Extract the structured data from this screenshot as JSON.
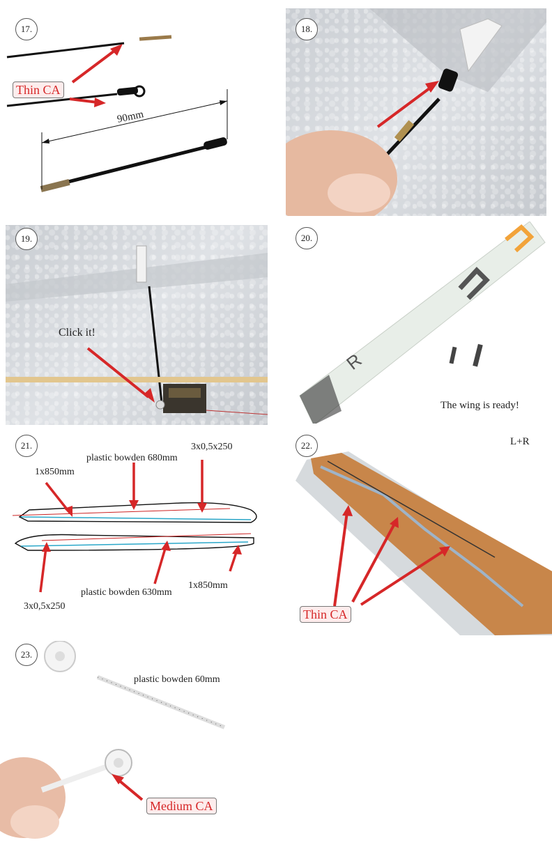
{
  "steps": {
    "s17": {
      "number": "17.",
      "label_ca": "Thin CA",
      "dimension": "90mm"
    },
    "s18": {
      "number": "18."
    },
    "s19": {
      "number": "19.",
      "label": "Click it!"
    },
    "s20": {
      "number": "20.",
      "label": "The wing is ready!"
    },
    "s21": {
      "number": "21.",
      "bowden_top": "plastic bowden 680mm",
      "rod_top_left": "1x850mm",
      "rod_top_right": "3x0,5x250",
      "bowden_bottom": "plastic bowden 630mm",
      "rod_bottom_right": "1x850mm",
      "rod_bottom_left": "3x0,5x250"
    },
    "s22": {
      "number": "22.",
      "side": "L+R",
      "label_ca": "Thin CA"
    },
    "s23": {
      "number": "23.",
      "bowden": "plastic bowden 60mm",
      "label_ca": "Medium CA"
    }
  },
  "colors": {
    "arrow": "#d62728",
    "ca_text": "#d62728",
    "ca_bg": "#fdecec",
    "foam": "#d3d6da",
    "wood": "#c8864a",
    "cyan_line": "#2aa7c9"
  }
}
